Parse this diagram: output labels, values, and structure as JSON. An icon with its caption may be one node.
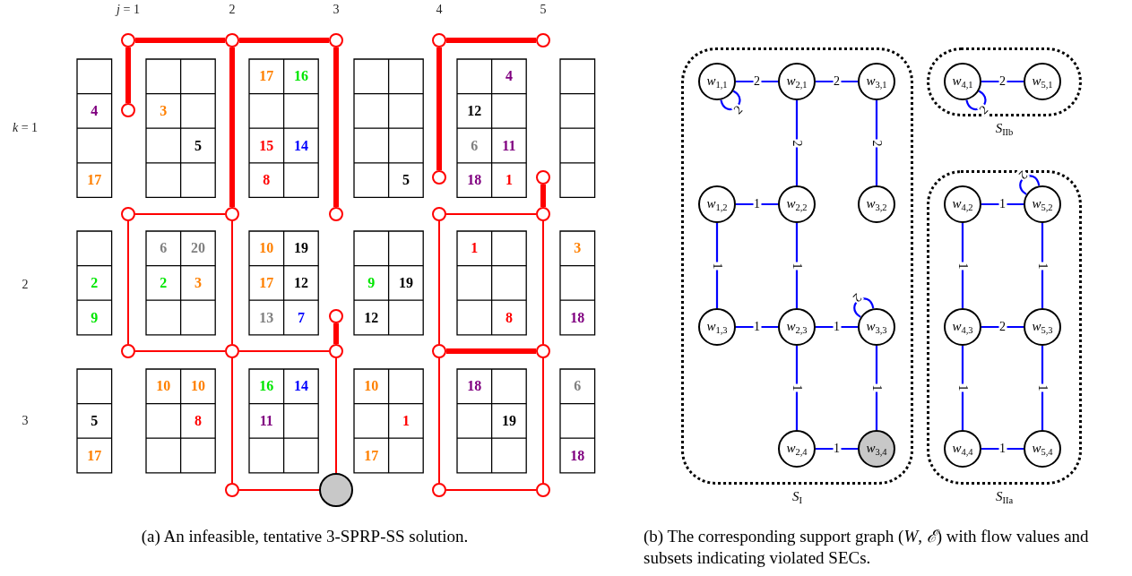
{
  "diagram": {
    "nodes": [
      {
        "text": [],
        "shape": "circle"
      },
      {
        "text": [],
        "shape": "circle"
      },
      {
        "text": [],
        "shape": "circle"
      },
      {
        "text": [],
        "shape": "circle"
      },
      {
        "text": [],
        "shape": "circle"
      },
      {
        "text": [],
        "shape": "circle"
      },
      {
        "text": [],
        "shape": "circle"
      },
      {
        "text": [],
        "shape": "circle"
      },
      {
        "text": [],
        "shape": "circle"
      },
      {
        "text": [],
        "shape": "circle"
      },
      {
        "text": [],
        "shape": "circle"
      },
      {
        "text": [],
        "shape": "circle"
      },
      {
        "text": [],
        "shape": "circle"
      },
      {
        "text": [],
        "shape": "circle"
      },
      {
        "text": [],
        "shape": "circle"
      },
      {
        "text": [],
        "shape": "circle"
      },
      {
        "text": [],
        "shape": "circle"
      },
      {
        "text": [],
        "shape": "circle"
      },
      {
        "text": [],
        "shape": "circle"
      },
      {
        "text": [],
        "shape": "circle"
      },
      {
        "text": [],
        "shape": "circle"
      },
      {
        "text": [],
        "shape": "circle"
      },
      {
        "text": [],
        "shape": "circle"
      },
      {
        "text": [
          "*S*$_{I}$"
        ]
      },
      {
        "text": [
          "*w*$_{1,1}$"
        ],
        "in": 23
      },
      {
        "text": [
          "*w*$_{2,1}$"
        ],
        "in": 23
      },
      {
        "text": [
          "*w*$_{3,1}$"
        ],
        "in": 23
      },
      {
        "text": [
          "*w*$_{1,2}$"
        ],
        "in": 23
      },
      {
        "text": [
          "*w*$_{2,2}$"
        ],
        "in": 23
      },
      {
        "text": [
          "*w*$_{3,2}$"
        ],
        "in": 23
      },
      {
        "text": [
          "*w*$_{1,3}$"
        ],
        "in": 23
      },
      {
        "text": [
          "*w*$_{2,3}$"
        ],
        "in": 23
      },
      {
        "text": [
          "*w*$_{3,3}$"
        ],
        "in": 23
      },
      {
        "text": [
          "*w*$_{2,4}$"
        ],
        "in": 23
      },
      {
        "text": [
          "*w*$_{3,4}$"
        ],
        "in": 23
      },
      {
        "text": [
          "*S*$_{IIb}$"
        ]
      },
      {
        "text": [
          "*w*$_{4,1}$"
        ],
        "in": 35
      },
      {
        "text": [
          "*w*$_{5,1}$"
        ],
        "in": 35
      },
      {
        "text": [
          "*S*$_{IIa}$"
        ]
      },
      {
        "text": [
          "*w*$_{4,2}$"
        ],
        "in": 38
      },
      {
        "text": [
          "*w*$_{5,2}$"
        ],
        "in": 38
      },
      {
        "text": [
          "*w*$_{4,3}$"
        ],
        "in": 38
      },
      {
        "text": [
          "*w*$_{5,3}$"
        ],
        "in": 38
      },
      {
        "text": [
          "*w*$_{4,4}$"
        ],
        "in": 38
      },
      {
        "text": [
          "*w*$_{5,4}$"
        ],
        "in": 38
      }
    ],
    "edges": [
      {
        "from": 0,
        "to": 1,
        "arrow": "none",
        "style": "thick"
      },
      {
        "from": 1,
        "to": 2,
        "arrow": "none",
        "style": "thick"
      },
      {
        "from": 0,
        "to": 5,
        "arrow": "none",
        "style": "thick"
      },
      {
        "from": 1,
        "to": 9,
        "arrow": "none",
        "style": "thick"
      },
      {
        "from": 2,
        "to": 10,
        "arrow": "none",
        "style": "thick"
      },
      {
        "from": 3,
        "to": 4,
        "arrow": "none",
        "style": "thick"
      },
      {
        "from": 3,
        "to": 6,
        "arrow": "none",
        "style": "thick"
      },
      {
        "from": 7,
        "to": 12,
        "arrow": "none",
        "style": "thick"
      },
      {
        "from": 8,
        "to": 9,
        "arrow": "none"
      },
      {
        "from": 8,
        "to": 14,
        "arrow": "none"
      },
      {
        "from": 9,
        "to": 15,
        "arrow": "none"
      },
      {
        "from": 11,
        "to": 12,
        "arrow": "none"
      },
      {
        "from": 11,
        "to": 17,
        "arrow": "none"
      },
      {
        "from": 12,
        "to": 18,
        "arrow": "none"
      },
      {
        "from": 13,
        "to": 16,
        "arrow": "none",
        "style": "thick"
      },
      {
        "from": 14,
        "to": 15,
        "arrow": "none"
      },
      {
        "from": 15,
        "to": 16,
        "arrow": "none"
      },
      {
        "from": 15,
        "to": 19,
        "arrow": "none"
      },
      {
        "from": 16,
        "to": 20,
        "arrow": "none"
      },
      {
        "from": 17,
        "to": 18,
        "arrow": "none",
        "style": "thick"
      },
      {
        "from": 17,
        "to": 21,
        "arrow": "none"
      },
      {
        "from": 18,
        "to": 22,
        "arrow": "none"
      },
      {
        "from": 19,
        "to": 20,
        "arrow": "none"
      },
      {
        "from": 21,
        "to": 22,
        "arrow": "none"
      },
      {
        "from": 24,
        "to": 25,
        "arrow": "none",
        "label": "2",
        "color": "#0000ff"
      },
      {
        "from": 25,
        "to": 26,
        "arrow": "none",
        "label": "2",
        "color": "#0000ff"
      },
      {
        "from": 24,
        "to": 24,
        "arrow": "none",
        "label": "2",
        "color": "#0000ff"
      },
      {
        "from": 25,
        "to": 28,
        "arrow": "none",
        "label": "2",
        "color": "#0000ff"
      },
      {
        "from": 26,
        "to": 29,
        "arrow": "none",
        "label": "2",
        "color": "#0000ff"
      },
      {
        "from": 27,
        "to": 28,
        "arrow": "none",
        "label": "1",
        "color": "#0000ff"
      },
      {
        "from": 27,
        "to": 30,
        "arrow": "none",
        "label": "1",
        "color": "#0000ff"
      },
      {
        "from": 28,
        "to": 31,
        "arrow": "none",
        "label": "1",
        "color": "#0000ff"
      },
      {
        "from": 30,
        "to": 31,
        "arrow": "none",
        "label": "1",
        "color": "#0000ff"
      },
      {
        "from": 31,
        "to": 32,
        "arrow": "none",
        "label": "1",
        "color": "#0000ff"
      },
      {
        "from": 32,
        "to": 32,
        "arrow": "none",
        "label": "2",
        "color": "#0000ff"
      },
      {
        "from": 31,
        "to": 33,
        "arrow": "none",
        "label": "1",
        "color": "#0000ff"
      },
      {
        "from": 32,
        "to": 34,
        "arrow": "none",
        "label": "1",
        "color": "#0000ff"
      },
      {
        "from": 33,
        "to": 34,
        "arrow": "none",
        "label": "1",
        "color": "#0000ff"
      },
      {
        "from": 36,
        "to": 37,
        "arrow": "none",
        "label": "2",
        "color": "#0000ff"
      },
      {
        "from": 36,
        "to": 36,
        "arrow": "none",
        "label": "2",
        "color": "#0000ff"
      },
      {
        "from": 39,
        "to": 40,
        "arrow": "none",
        "label": "1",
        "color": "#0000ff"
      },
      {
        "from": 40,
        "to": 40,
        "arrow": "none",
        "label": "2",
        "color": "#0000ff"
      },
      {
        "from": 39,
        "to": 41,
        "arrow": "none",
        "label": "1",
        "color": "#0000ff"
      },
      {
        "from": 40,
        "to": 42,
        "arrow": "none",
        "label": "1",
        "color": "#0000ff"
      },
      {
        "from": 41,
        "to": 42,
        "arrow": "none",
        "label": "2",
        "color": "#0000ff"
      },
      {
        "from": 41,
        "to": 43,
        "arrow": "none",
        "label": "1",
        "color": "#0000ff"
      },
      {
        "from": 42,
        "to": 44,
        "arrow": "none",
        "label": "1",
        "color": "#0000ff"
      },
      {
        "from": 43,
        "to": 44,
        "arrow": "none",
        "label": "1",
        "color": "#0000ff"
      }
    ],
    "labels": [
      "*j* = 1",
      "2",
      "3",
      "4",
      "5",
      "*k* = 1",
      "17",
      "16",
      "4",
      "4",
      "3",
      "12",
      "5",
      "15",
      "14",
      "6",
      "11",
      "17",
      "8",
      "5",
      "18",
      "1",
      "2",
      "6",
      "20",
      "10",
      "19",
      "1",
      "3",
      "2",
      "2",
      "3",
      "17",
      "12",
      "9",
      "19",
      "9",
      "13",
      "7",
      "12",
      "8",
      "18",
      "3",
      "10",
      "10",
      "16",
      "14",
      "10",
      "18",
      "6",
      "5",
      "8",
      "11",
      "1",
      "19",
      "17",
      "17",
      "18",
      "(a) An infeasible, tentative 3-SPRP-SS solution.",
      "(b) The corresponding support graph (*W*, *ℰ*) with flow values and subsets indicating violated SECs."
    ]
  }
}
